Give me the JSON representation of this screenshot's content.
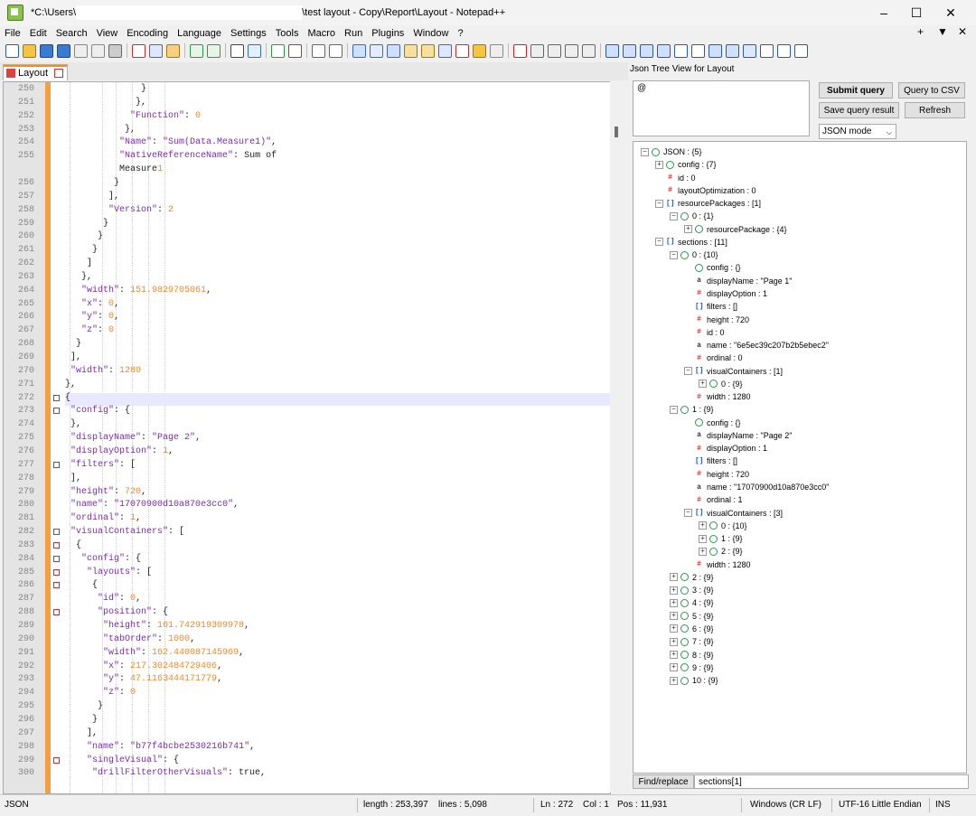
{
  "window": {
    "title_prefix": "*C:\\Users\\",
    "title_suffix": "\\test layout - Copy\\Report\\Layout - Notepad++",
    "minimize": "–",
    "maximize": "☐",
    "close": "✕"
  },
  "menu": {
    "items": [
      "File",
      "Edit",
      "Search",
      "View",
      "Encoding",
      "Language",
      "Settings",
      "Tools",
      "Macro",
      "Run",
      "Plugins",
      "Window",
      "?"
    ],
    "right": [
      "+",
      "▼",
      "✕"
    ]
  },
  "tab": {
    "label": "Layout"
  },
  "editor": {
    "line_numbers": [
      "250",
      "251",
      "252",
      "253",
      "254",
      "255",
      "",
      "256",
      "257",
      "258",
      "259",
      "260",
      "261",
      "262",
      "263",
      "264",
      "265",
      "266",
      "267",
      "268",
      "269",
      "270",
      "271",
      "272",
      "273",
      "274",
      "275",
      "276",
      "277",
      "278",
      "279",
      "280",
      "281",
      "282",
      "283",
      "284",
      "285",
      "286",
      "287",
      "288",
      "289",
      "290",
      "291",
      "292",
      "293",
      "294",
      "295",
      "296",
      "297",
      "298",
      "299",
      "300"
    ],
    "highlight_line": "272",
    "lines": [
      "}",
      "},",
      "\"Function\": 0",
      "},",
      "\"Name\": \"Sum(Data.Measure1)\",",
      "\"NativeReferenceName\": \"Sum of",
      "Measure1\"",
      "}",
      "],",
      "\"Version\": 2",
      "}",
      "}",
      "}",
      "]",
      "},",
      "\"width\": 151.9829705061,",
      "\"x\": 0,",
      "\"y\": 0,",
      "\"z\": 0",
      "}",
      "],",
      "\"width\": 1280",
      "},",
      "{",
      "\"config\": {",
      "},",
      "\"displayName\": \"Page 2\",",
      "\"displayOption\": 1,",
      "\"filters\": [",
      "],",
      "\"height\": 720,",
      "\"name\": \"17070900d10a870e3cc0\",",
      "\"ordinal\": 1,",
      "\"visualContainers\": [",
      "{",
      "\"config\": {",
      "\"layouts\": [",
      "{",
      "\"id\": 0,",
      "\"position\": {",
      "\"height\": 161.742919309978,",
      "\"tabOrder\": 1000,",
      "\"width\": 162.440087145969,",
      "\"x\": 217.302484729406,",
      "\"y\": 47.1163444171779,",
      "\"z\": 0",
      "}",
      "}",
      "],",
      "\"name\": \"b77f4bcbe2530216b741\",",
      "\"singleVisual\": {",
      "\"drillFilterOtherVisuals\": true,"
    ]
  },
  "json_panel": {
    "header": "Json Tree View for Layout",
    "query_value": "@",
    "submit_query": "Submit query",
    "query_to_csv": "Query to CSV",
    "save_query_result": "Save query result",
    "refresh": "Refresh",
    "mode": "JSON mode",
    "find_replace": "Find/replace",
    "find_value": "sections[1]",
    "tree": [
      {
        "exp": "-",
        "icon": "obj",
        "label": "JSON : {5}"
      },
      {
        "exp": "+",
        "icon": "obj",
        "label": "config : {7}"
      },
      {
        "exp": "",
        "icon": "num",
        "label": "id : 0"
      },
      {
        "exp": "",
        "icon": "num",
        "label": "layoutOptimization : 0"
      },
      {
        "exp": "-",
        "icon": "arr",
        "label": "resourcePackages : [1]"
      },
      {
        "exp": "-",
        "icon": "obj",
        "label": "0 : {1}"
      },
      {
        "exp": "+",
        "icon": "obj",
        "label": "resourcePackage : {4}"
      },
      {
        "exp": "-",
        "icon": "arr",
        "label": "sections : [11]"
      },
      {
        "exp": "-",
        "icon": "obj",
        "label": "0 : {10}"
      },
      {
        "exp": "",
        "icon": "obj",
        "label": "config : {}"
      },
      {
        "exp": "",
        "icon": "str",
        "label": "displayName : \"Page 1\""
      },
      {
        "exp": "",
        "icon": "num",
        "label": "displayOption : 1"
      },
      {
        "exp": "",
        "icon": "arr",
        "label": "filters : []"
      },
      {
        "exp": "",
        "icon": "num",
        "label": "height : 720"
      },
      {
        "exp": "",
        "icon": "num",
        "label": "id : 0"
      },
      {
        "exp": "",
        "icon": "str",
        "label": "name : \"6e5ec39c207b2b5ebec2\""
      },
      {
        "exp": "",
        "icon": "num",
        "label": "ordinal : 0"
      },
      {
        "exp": "-",
        "icon": "arr",
        "label": "visualContainers : [1]"
      },
      {
        "exp": "+",
        "icon": "obj",
        "label": "0 : {9}"
      },
      {
        "exp": "",
        "icon": "num",
        "label": "width : 1280"
      },
      {
        "exp": "-",
        "icon": "obj",
        "label": "1 : {9}"
      },
      {
        "exp": "",
        "icon": "obj",
        "label": "config : {}"
      },
      {
        "exp": "",
        "icon": "str",
        "label": "displayName : \"Page 2\""
      },
      {
        "exp": "",
        "icon": "num",
        "label": "displayOption : 1"
      },
      {
        "exp": "",
        "icon": "arr",
        "label": "filters : []"
      },
      {
        "exp": "",
        "icon": "num",
        "label": "height : 720"
      },
      {
        "exp": "",
        "icon": "str",
        "label": "name : \"17070900d10a870e3cc0\""
      },
      {
        "exp": "",
        "icon": "num",
        "label": "ordinal : 1"
      },
      {
        "exp": "-",
        "icon": "arr",
        "label": "visualContainers : [3]"
      },
      {
        "exp": "+",
        "icon": "obj",
        "label": "0 : {10}"
      },
      {
        "exp": "+",
        "icon": "obj",
        "label": "1 : {9}"
      },
      {
        "exp": "+",
        "icon": "obj",
        "label": "2 : {9}"
      },
      {
        "exp": "",
        "icon": "num",
        "label": "width : 1280"
      },
      {
        "exp": "+",
        "icon": "obj",
        "label": "2 : {9}"
      },
      {
        "exp": "+",
        "icon": "obj",
        "label": "3 : {9}"
      },
      {
        "exp": "+",
        "icon": "obj",
        "label": "4 : {9}"
      },
      {
        "exp": "+",
        "icon": "obj",
        "label": "5 : {9}"
      },
      {
        "exp": "+",
        "icon": "obj",
        "label": "6 : {9}"
      },
      {
        "exp": "+",
        "icon": "obj",
        "label": "7 : {9}"
      },
      {
        "exp": "+",
        "icon": "obj",
        "label": "8 : {9}"
      },
      {
        "exp": "+",
        "icon": "obj",
        "label": "9 : {9}"
      },
      {
        "exp": "+",
        "icon": "obj",
        "label": "10 : {9}"
      }
    ]
  },
  "status": {
    "lang": "JSON",
    "length": "length : 253,397",
    "lines": "lines : 5,098",
    "ln": "Ln : 272",
    "col": "Col : 1",
    "pos": "Pos : 11,931",
    "eol": "Windows (CR LF)",
    "encoding": "UTF-16 Little Endian",
    "ins": "INS"
  },
  "colors": {
    "key": "#7a2bb0",
    "number": "#f08a2a",
    "fold_margin": "#f4a040",
    "highlight": "#e8e8ff"
  }
}
